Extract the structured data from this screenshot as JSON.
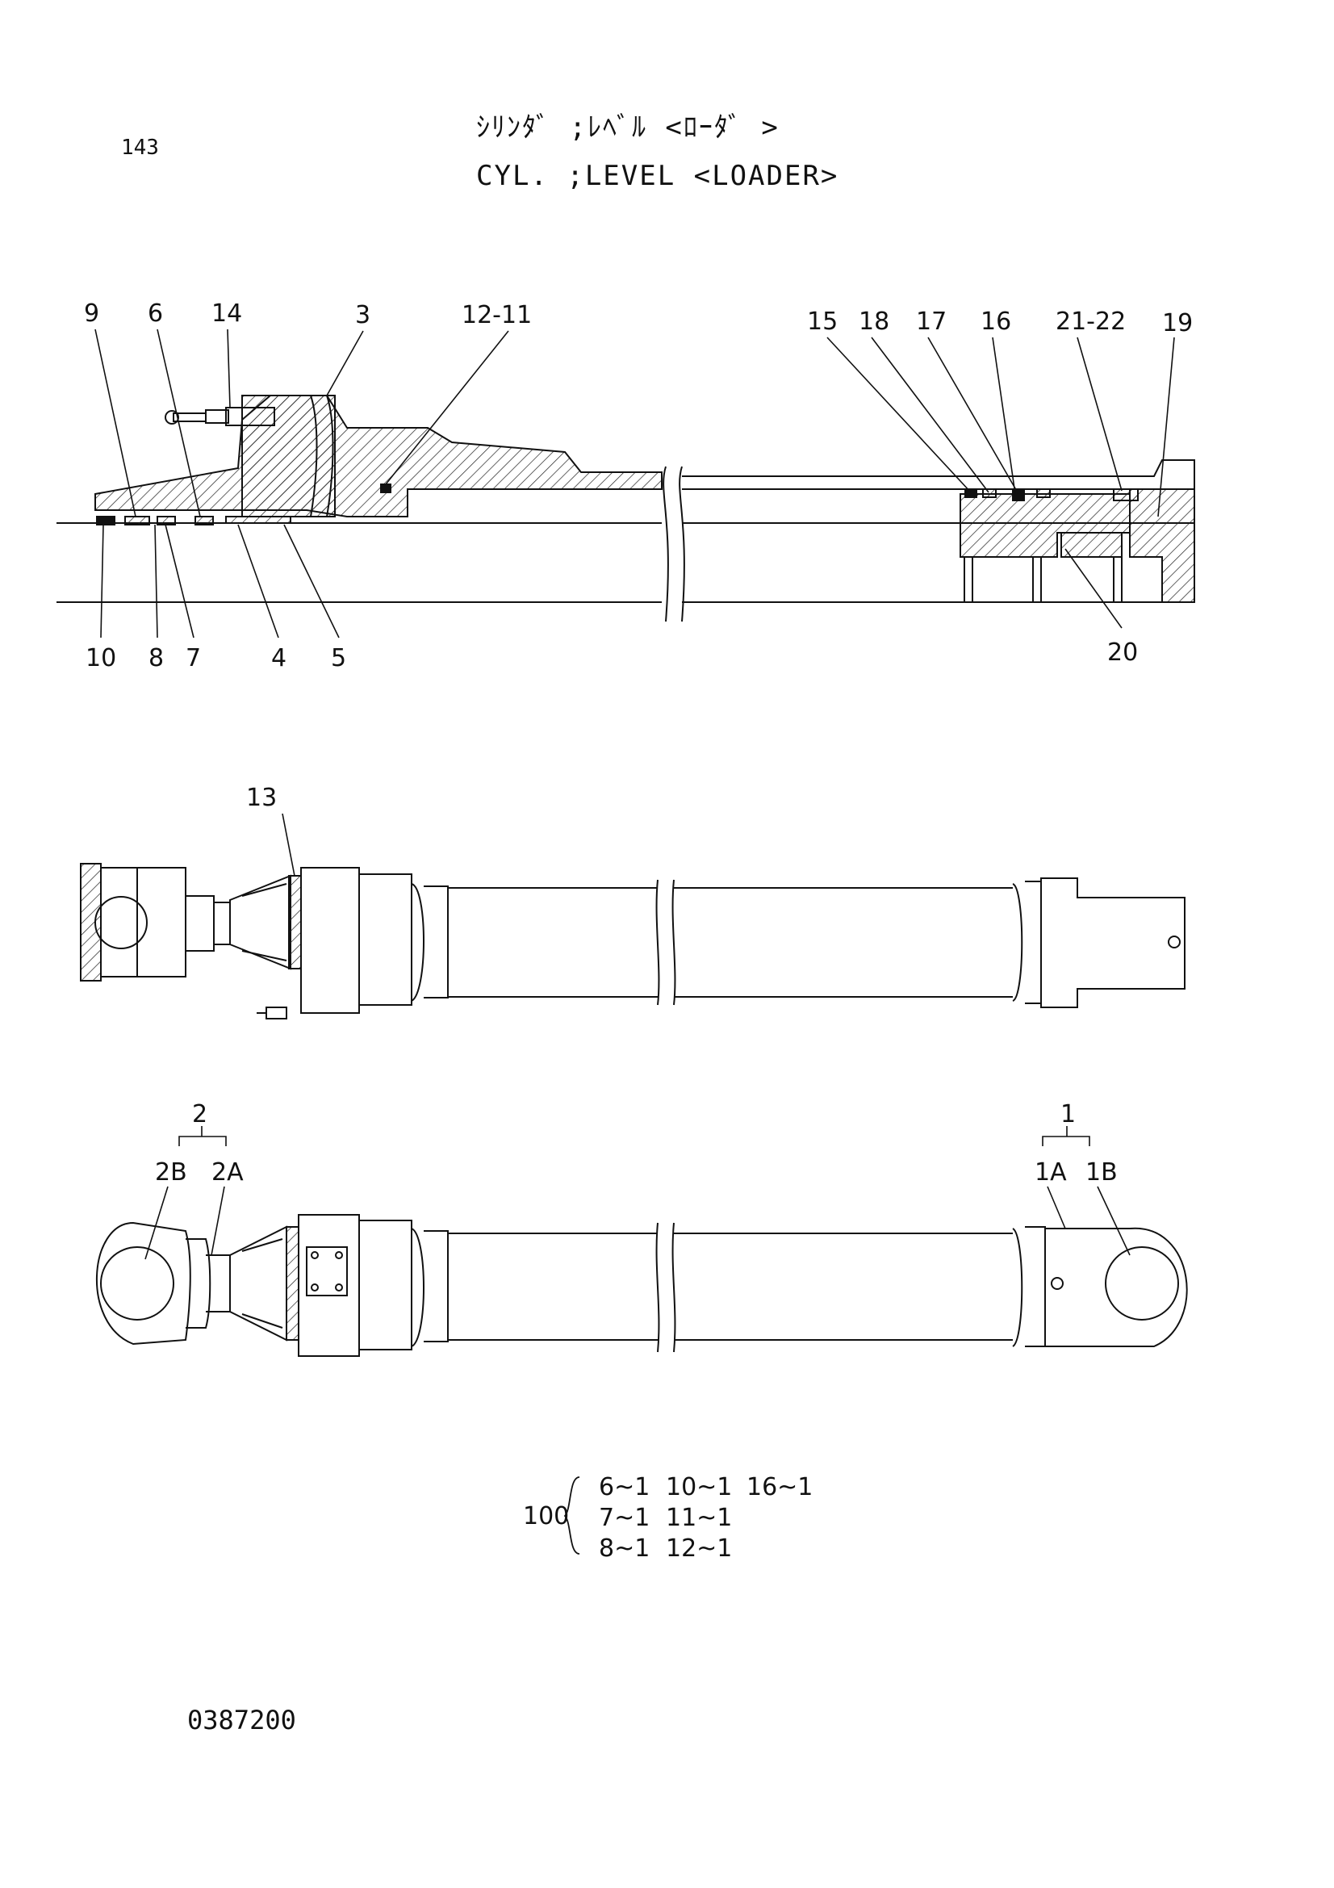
{
  "header": {
    "page_number": "143",
    "title_jp": "ｼﾘﾝﾀﾞ ;ﾚﾍﾞﾙ <ﾛｰﾀﾞ >",
    "title_en": "CYL. ;LEVEL <LOADER>"
  },
  "section_view": {
    "callouts_top": [
      "9",
      "6",
      "14",
      "3",
      "12-11",
      "15",
      "18",
      "17",
      "16",
      "21-22",
      "19"
    ],
    "callouts_bottom": [
      "10",
      "8",
      "7",
      "4",
      "5",
      "20"
    ]
  },
  "side_view": {
    "callouts": [
      "13"
    ]
  },
  "assembly_view": {
    "rod_group": "2",
    "rod_parts": [
      "2B",
      "2A"
    ],
    "tube_group": "1",
    "tube_parts": [
      "1A",
      "1B"
    ]
  },
  "seal_kit": {
    "kit_number": "100",
    "rows": [
      [
        "6~1",
        "10~1",
        "16~1"
      ],
      [
        "7~1",
        "11~1",
        ""
      ],
      [
        "8~1",
        "12~1",
        ""
      ]
    ]
  },
  "footer": {
    "drawing_id": "0387200"
  }
}
